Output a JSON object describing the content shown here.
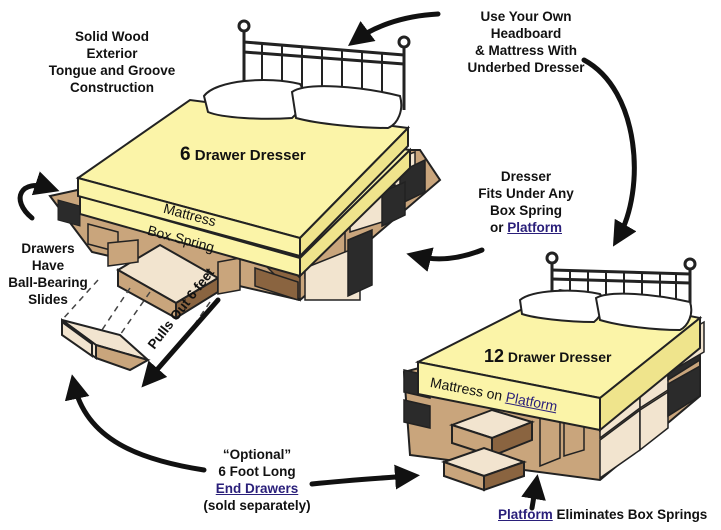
{
  "labels": {
    "solid_wood": [
      "Solid Wood",
      "Exterior",
      "Tongue and Groove",
      "Construction"
    ],
    "headboard": [
      "Use Your Own",
      "Headboard",
      "& Mattress With",
      "Underbed Dresser"
    ],
    "dresser_fits": [
      "Dresser",
      "Fits Under Any",
      "Box Spring"
    ],
    "dresser_fits_or": "or",
    "platform_link_1": "Platform",
    "drawers": [
      "Drawers",
      "Have",
      "Ball-Bearing",
      "Slides"
    ],
    "pulls_out": "Pulls Out 6 feet",
    "optional": [
      "“Optional”",
      "6 Foot Long"
    ],
    "end_drawers_link": "End Drawers",
    "sold_separately": "(sold separately)",
    "platform_link_2": "Platform",
    "eliminates": "Eliminates Box Springs"
  },
  "bed1": {
    "count": "6",
    "title": "Drawer Dresser",
    "mattress": "Mattress",
    "box_spring": "Box Spring"
  },
  "bed2": {
    "count": "12",
    "title": "Drawer Dresser",
    "mattress_prefix": "Mattress on",
    "platform_link": "Platform"
  },
  "colors": {
    "mattress": "#fbf4a8",
    "wood": "#c9a57c",
    "wood_dark": "#8a6440",
    "wood_light": "#f2e4cf",
    "link": "#2a1f7a"
  }
}
